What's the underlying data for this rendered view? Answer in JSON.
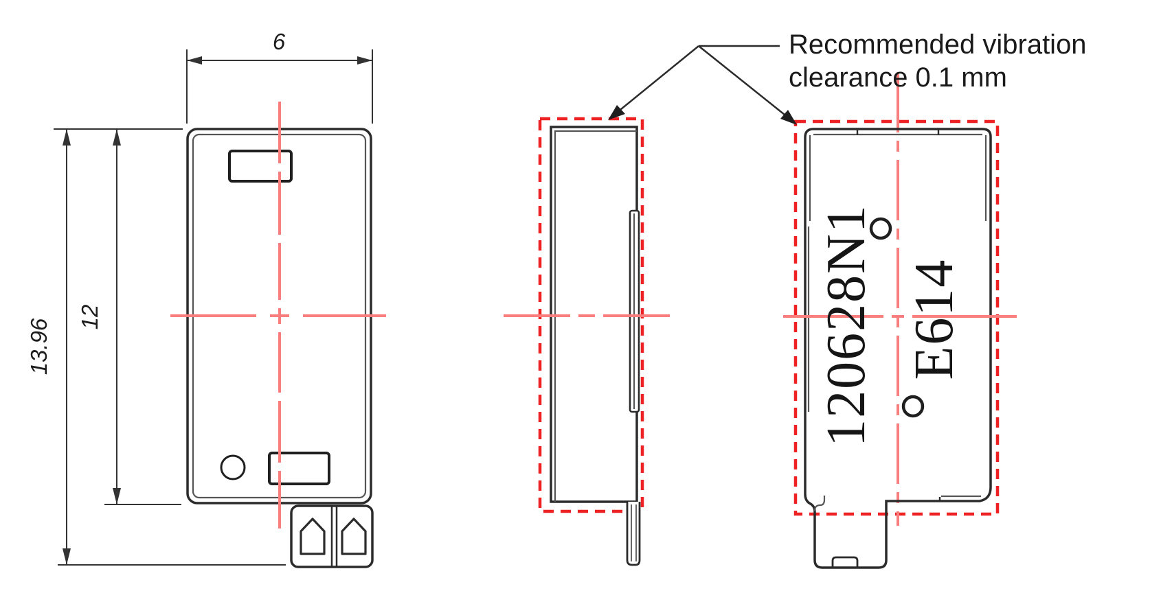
{
  "annotation": {
    "line1": "Recommended vibration",
    "line2": "clearance 0.1 mm"
  },
  "dimensions": {
    "width": "6",
    "body_height": "12",
    "overall_height": "13.96"
  },
  "markings": {
    "part_number": "120628N1",
    "cert_code": "E614"
  },
  "colors": {
    "outline": "#2b2b2b",
    "fold_line": "#555555",
    "feature": "#1f1f1f",
    "dimension": "#333333",
    "centerline": "#f97f7f",
    "clearance_box": "#ee2222",
    "text": "#111111",
    "background": "#ffffff"
  }
}
